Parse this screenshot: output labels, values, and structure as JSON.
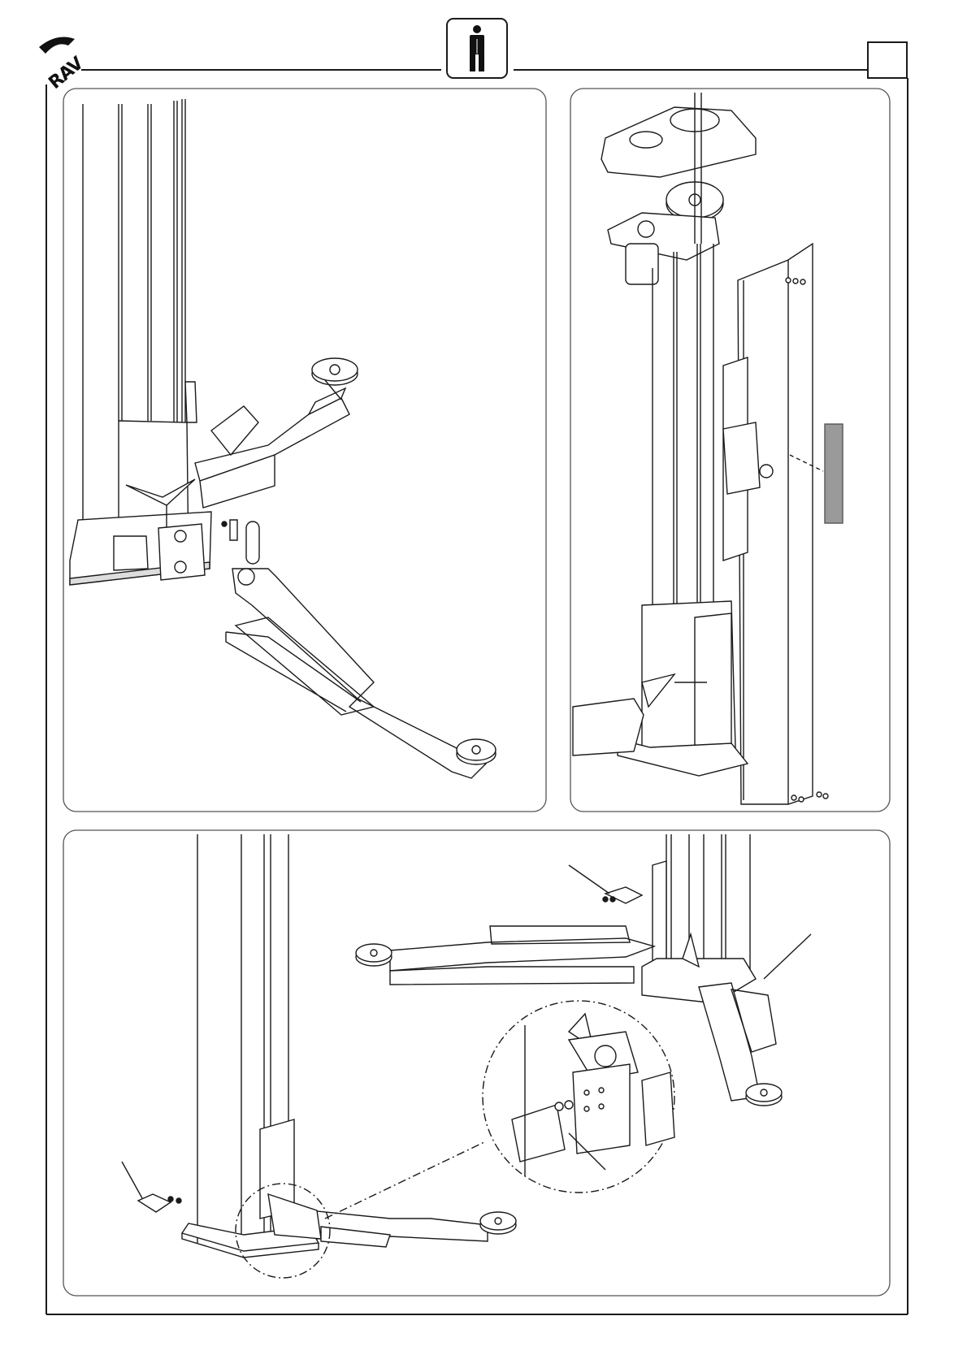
{
  "header": {
    "logo_text": "RAV",
    "operator_icon": "person-standing-icon",
    "page_number": ""
  },
  "figures": [
    {
      "id": "fig-arm-mounting",
      "icon": "lift-column-arm-pin-assembly"
    },
    {
      "id": "fig-column-cover",
      "icon": "lift-column-motor-cover-assembly"
    },
    {
      "id": "fig-arm-lock",
      "icon": "lift-arm-lock-detail-assembly"
    }
  ],
  "colors": {
    "ink": "#1a1a1a",
    "panel_border": "#555555",
    "label_fill": "#9a9a9a"
  }
}
